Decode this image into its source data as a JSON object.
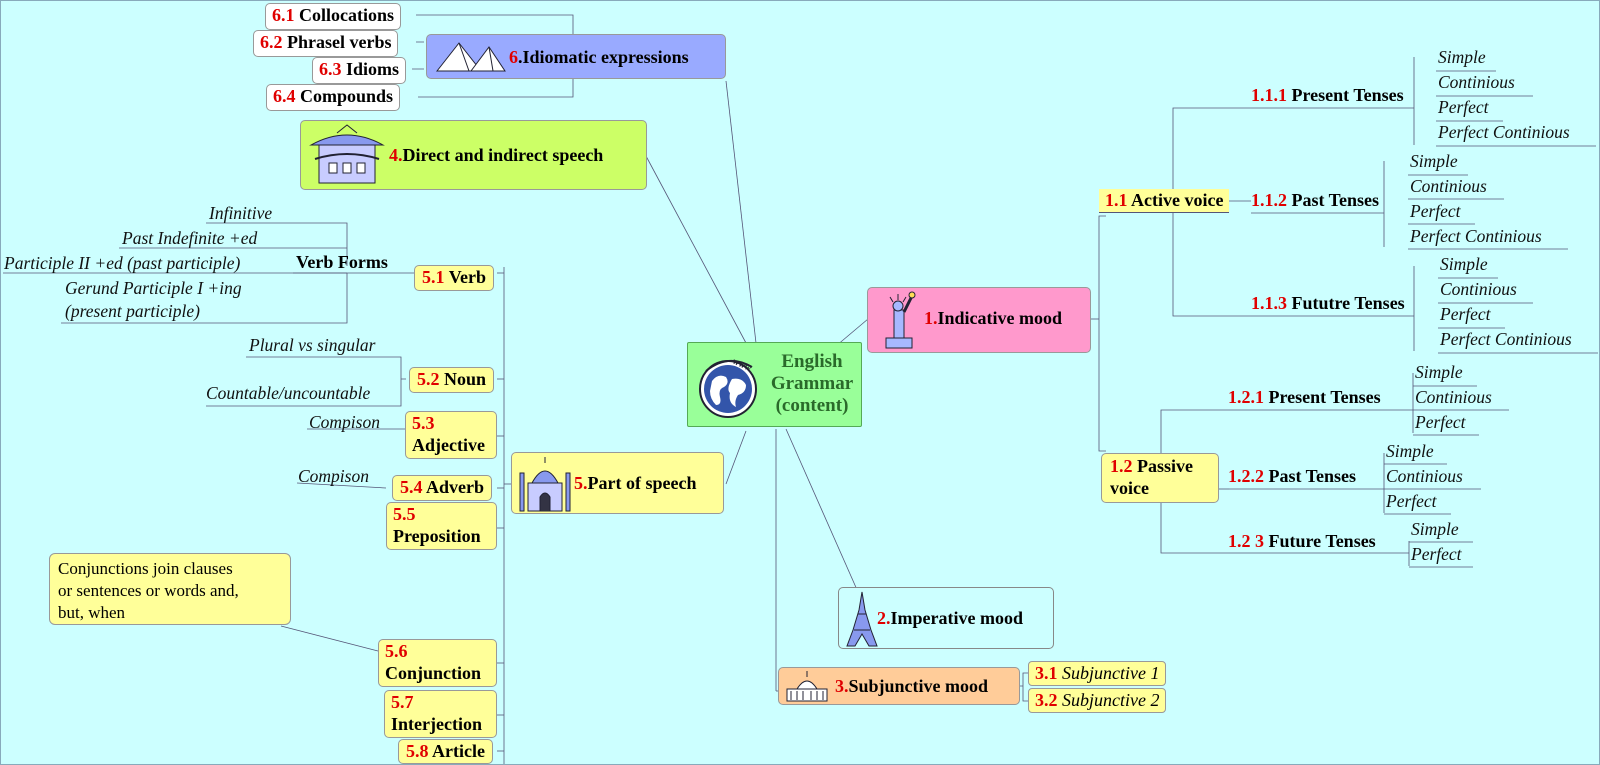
{
  "center": {
    "line1": "English",
    "line2": "Grammar",
    "line3": "(content)",
    "globe_text": "www"
  },
  "n1": {
    "num": "1.",
    "label": "Indicative mood",
    "active": {
      "num": "1.1",
      "label": "Active voice",
      "present": {
        "num": "1.1.1",
        "label": "Present Tenses",
        "items": [
          "Simple",
          "Continious",
          "Perfect",
          "Perfect Continious"
        ]
      },
      "past": {
        "num": "1.1.2",
        "label": "Past Tenses",
        "items": [
          "Simple",
          "Continious",
          "Perfect",
          "Perfect Continious"
        ]
      },
      "future": {
        "num": "1.1.3",
        "label": "Fututre Tenses",
        "items": [
          "Simple",
          "Continious",
          "Perfect",
          "Perfect Continious"
        ]
      }
    },
    "passive": {
      "num": "1.2",
      "label": "Passive",
      "label2": "voice",
      "present": {
        "num": "1.2.1",
        "label": "Present Tenses",
        "items": [
          "Simple",
          "Continious",
          "Perfect"
        ]
      },
      "past": {
        "num": "1.2.2",
        "label": "Past Tenses",
        "items": [
          "Simple",
          "Continious",
          "Perfect"
        ]
      },
      "future": {
        "num": "1.2 3",
        "label": "Future Tenses",
        "items": [
          "Simple",
          "Perfect"
        ]
      }
    }
  },
  "n2": {
    "num": "2.",
    "label": "Imperative mood"
  },
  "n3": {
    "num": "3.",
    "label": "Subjunctive mood",
    "s1": {
      "num": "3.1",
      "label": "Subjunctive 1"
    },
    "s2": {
      "num": "3.2",
      "label": "Subjunctive 2"
    }
  },
  "n4": {
    "num": "4.",
    "label": "Direct and indirect speech"
  },
  "n5": {
    "num": "5.",
    "label": "Part of speech",
    "verb": {
      "num": "5.1",
      "label": "Verb",
      "forms_label": "Verb Forms",
      "forms": [
        "Infinitive",
        "Past Indefinite +ed",
        "Participle II +ed (past participle)",
        "Gerund Participle I +ing",
        "(present participle)"
      ]
    },
    "noun": {
      "num": "5.2",
      "label": "Noun",
      "items": [
        "Plural vs singular",
        "Countable/uncountable"
      ]
    },
    "adjective": {
      "num": "5.3",
      "label": "Adjective",
      "items": [
        "Compison"
      ]
    },
    "adverb": {
      "num": "5.4",
      "label": "Adverb",
      "items": [
        "Compison"
      ]
    },
    "preposition": {
      "num": "5.5",
      "label": "Preposition"
    },
    "conjunction": {
      "num": "5.6",
      "label": "Conjunction",
      "note": [
        "Conjunctions join clauses",
        "or sentences or words and,",
        "but, when"
      ]
    },
    "interjection": {
      "num": "5.7",
      "label": "Interjection"
    },
    "article": {
      "num": "5.8",
      "label": "Article"
    }
  },
  "n6": {
    "num": "6",
    "label": ".Idiomatic expressions",
    "items": [
      {
        "num": "6.1",
        "label": "Collocations"
      },
      {
        "num": "6.2",
        "label": "Phrasel verbs"
      },
      {
        "num": "6.3",
        "label": "Idioms"
      },
      {
        "num": "6.4",
        "label": "Compounds"
      }
    ]
  },
  "colors": {
    "background": "#ccffff",
    "number": "#e00000",
    "center": "#99ff99",
    "n1": "#ff99cc",
    "n2": "#ccffff",
    "n3": "#ffcc99",
    "n4": "#ccff66",
    "n5": "#ffff99",
    "n6": "#99aaff"
  }
}
